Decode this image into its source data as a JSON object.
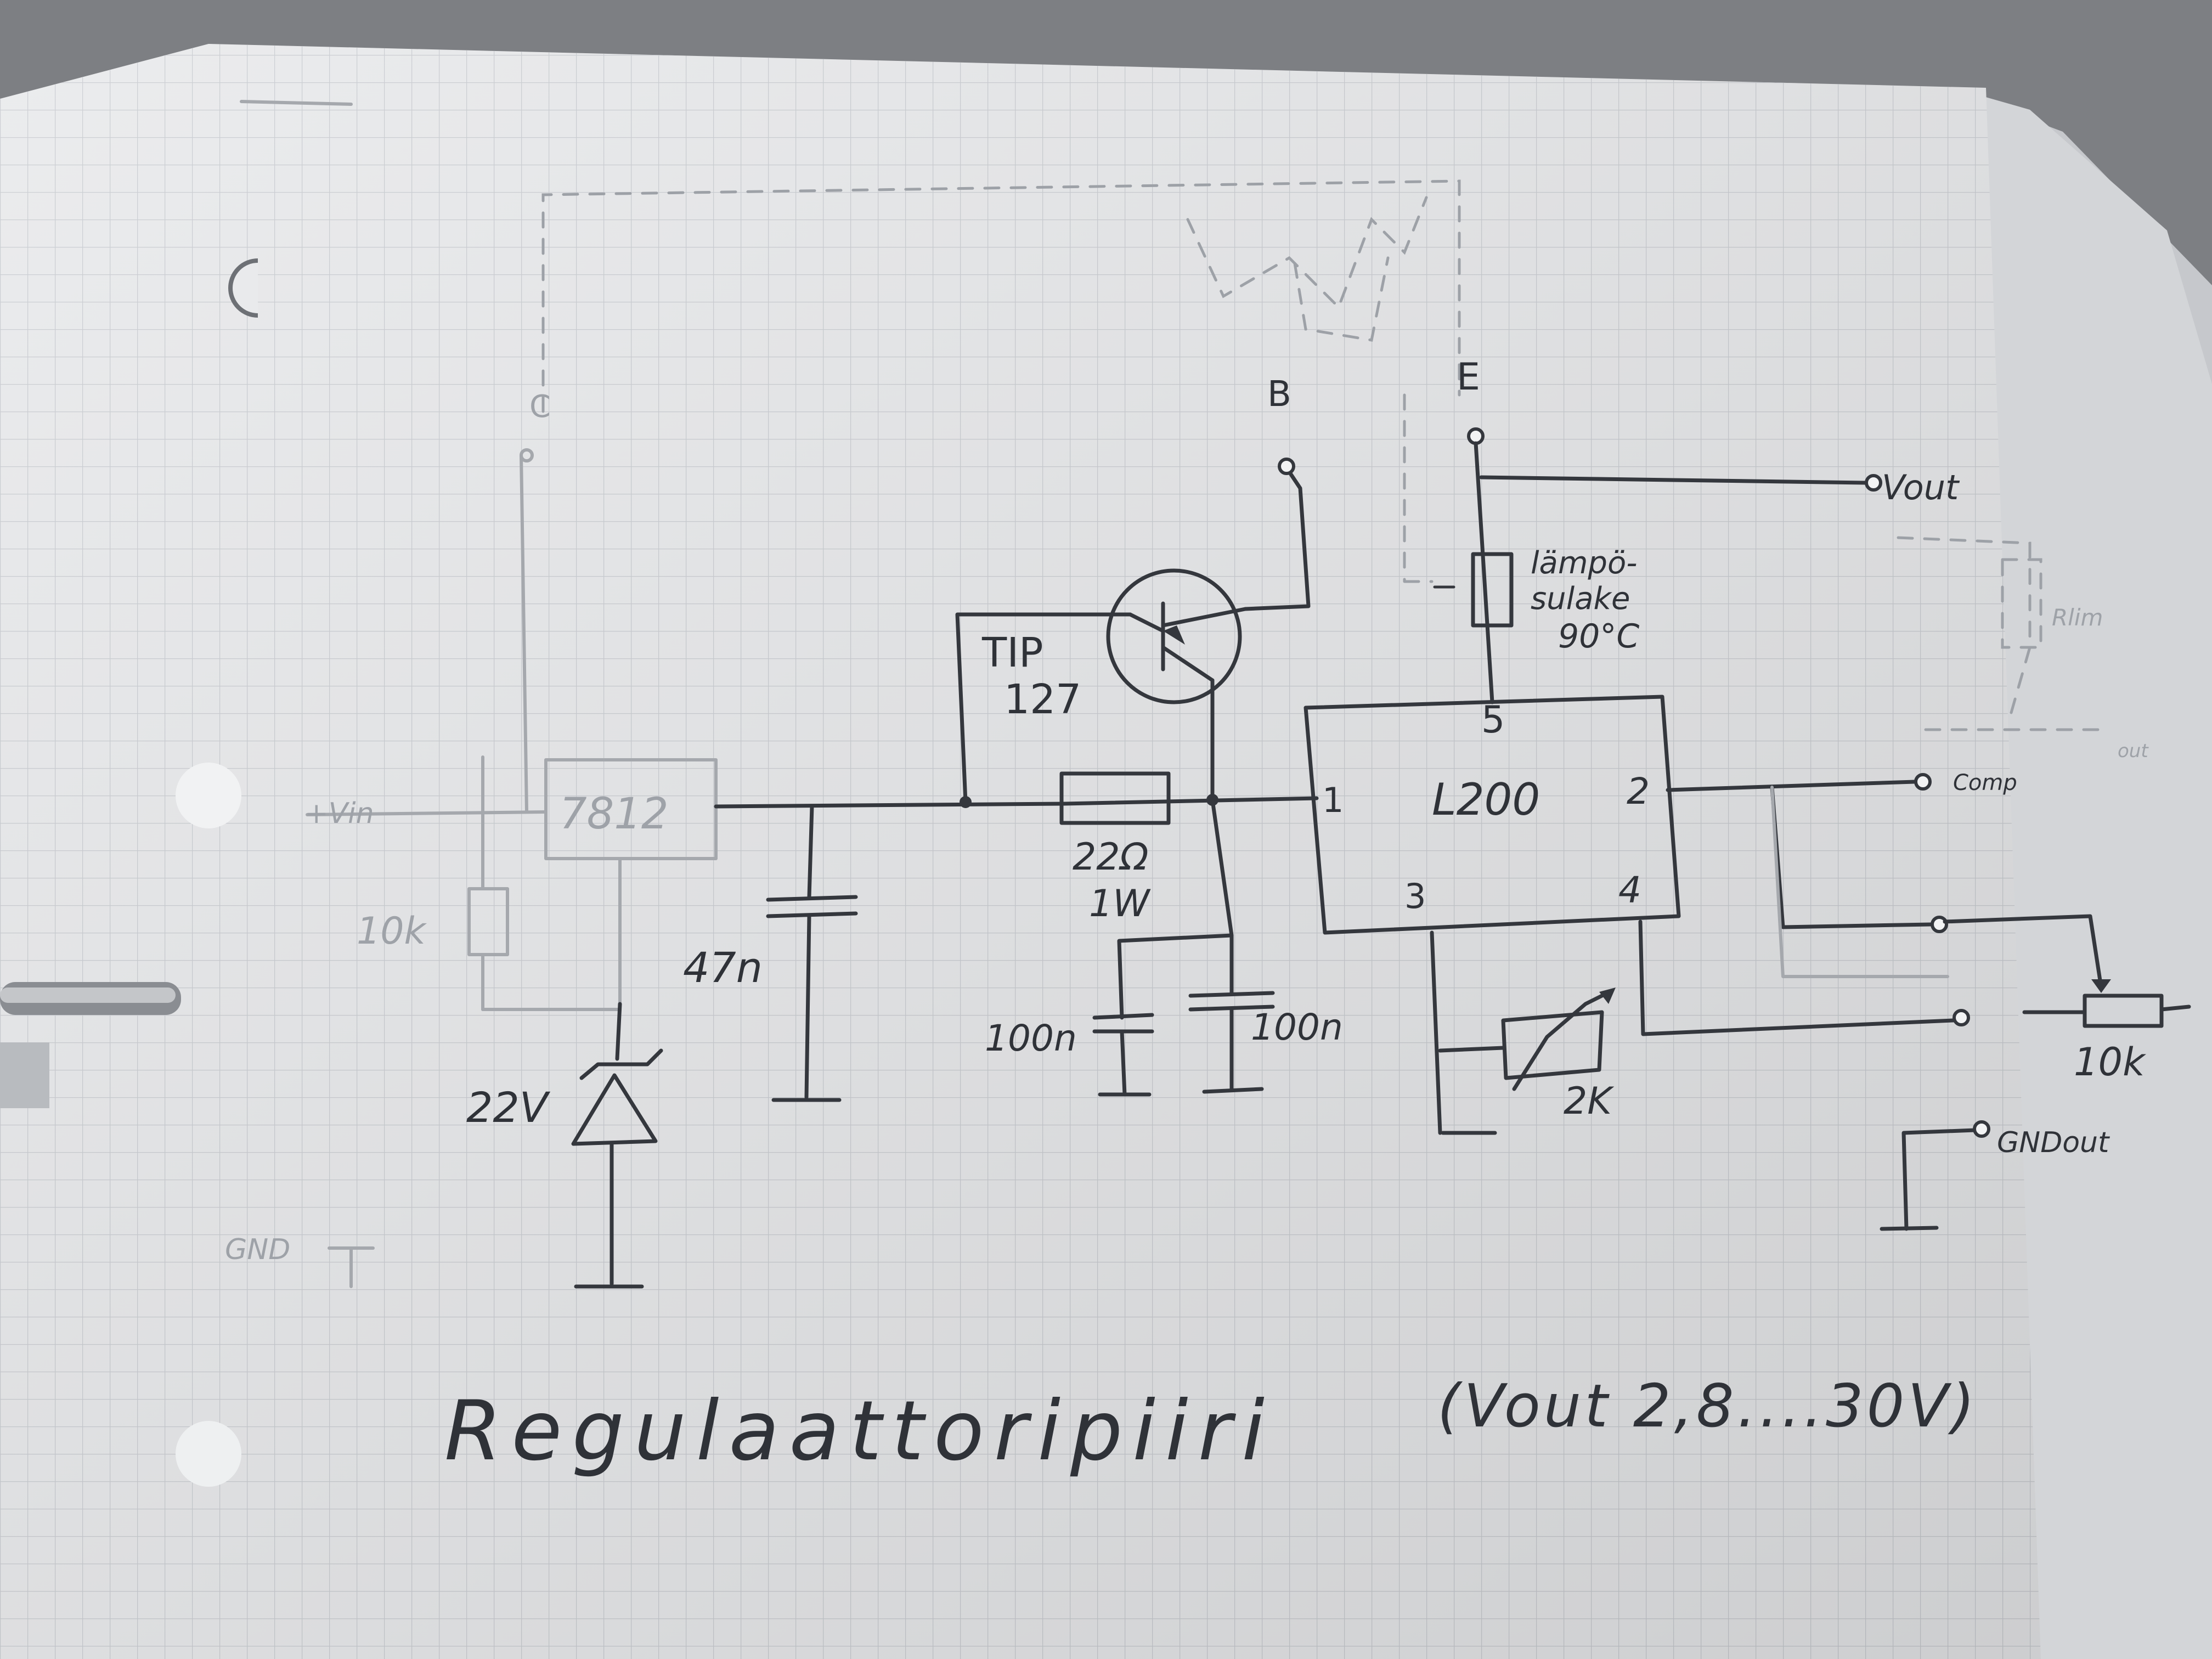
{
  "title": "Regulaattoripiiri",
  "subtitle": "(Vout 2,8....30V)",
  "components": {
    "regulator_7812": "7812",
    "transistor": [
      "TIP",
      "127"
    ],
    "transistor_pins": {
      "base": "B",
      "emitter": "E",
      "collector": "C"
    },
    "resistor_22": [
      "22Ω",
      "1W"
    ],
    "cap_47": "47n",
    "cap_100_left": "100n",
    "cap_100_right": "100n",
    "zener": "22V",
    "resistor_10k_left": "10k",
    "ic": "L200",
    "ic_pins": {
      "p1": "1",
      "p2": "2",
      "p3": "3",
      "p4": "4",
      "p5": "5"
    },
    "thermal_switch": [
      "lämpö-",
      "sulake",
      "90°C"
    ],
    "trimmer_2k": "2K",
    "pot_10k": "10k"
  },
  "terminals": {
    "vout": "Vout",
    "comp": "Comp",
    "gnd_out": "GNDout",
    "gnd_in": "GND",
    "vin": "+Vin",
    "rlim": "Rlim",
    "out_small": "out"
  },
  "colors": {
    "paper": "#e9eaec",
    "grid": "#c9ccd1",
    "ink": "#34373d",
    "faint_ink": "#a5a8ad",
    "background": "#7d7f83"
  }
}
